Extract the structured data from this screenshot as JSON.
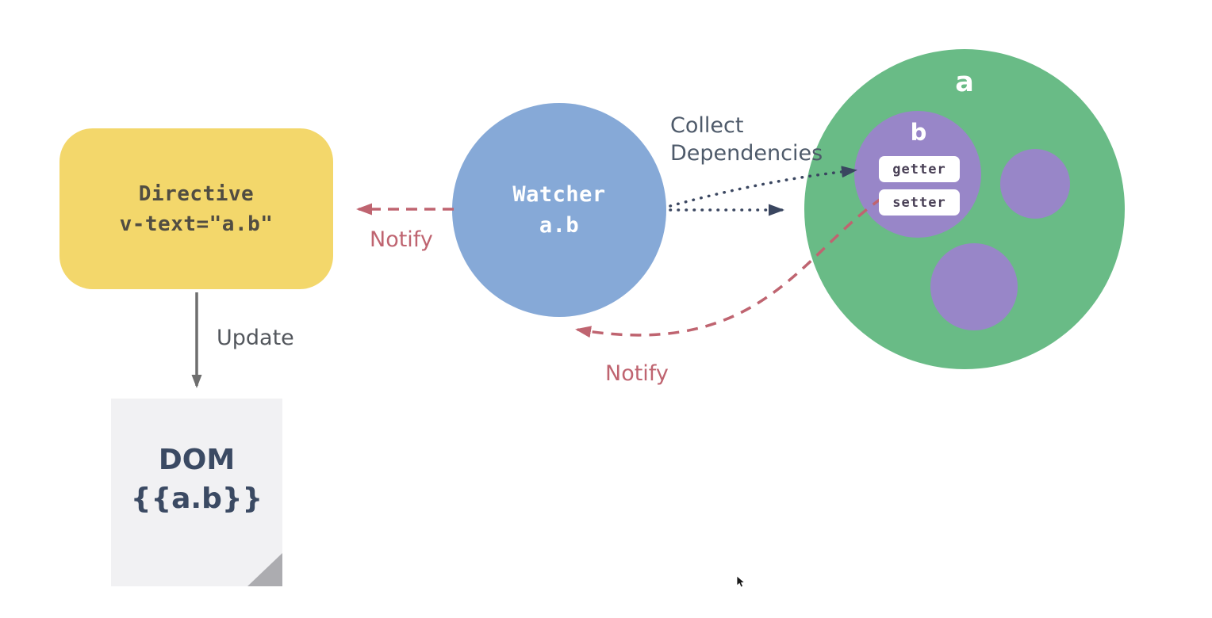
{
  "colors": {
    "directive_fill": "#f3d76b",
    "watcher_fill": "#86a9d7",
    "data_object_fill": "#69bb86",
    "property_fill": "#9886c8",
    "notify_red": "#bf6470",
    "collect_navy": "#3a4660",
    "update_gray": "#6e6e6e",
    "dom_fill": "#f1f1f3",
    "dom_text": "#3b4a63"
  },
  "directive_box": {
    "title": "Directive",
    "subtitle": "v-text=\"a.b\""
  },
  "watcher_circle": {
    "title": "Watcher",
    "subtitle": "a.b"
  },
  "data_object": {
    "label": "a",
    "property": {
      "label": "b",
      "getter_label": "getter",
      "setter_label": "setter"
    }
  },
  "dom_document": {
    "title": "DOM",
    "expression": "{{a.b}}"
  },
  "arrows": {
    "collect_label_line1": "Collect",
    "collect_label_line2": "Dependencies",
    "notify_left_label": "Notify",
    "notify_bottom_label": "Notify",
    "update_label": "Update"
  }
}
